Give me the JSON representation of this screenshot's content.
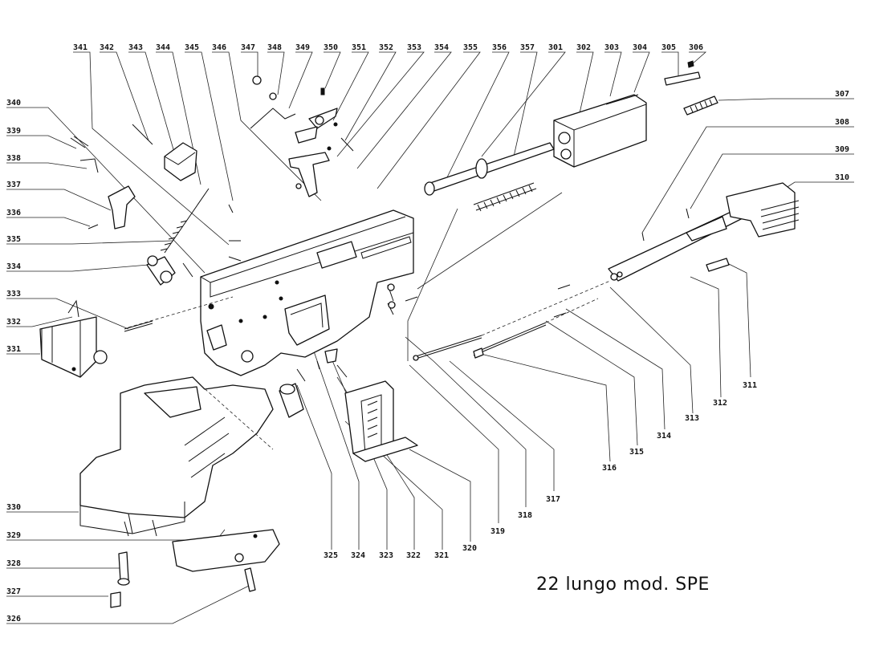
{
  "caption": "22 lungo mod. SPE",
  "labels": {
    "p341": "341",
    "p342": "342",
    "p343": "343",
    "p344": "344",
    "p345": "345",
    "p346": "346",
    "p347": "347",
    "p348": "348",
    "p349": "349",
    "p350": "350",
    "p351": "351",
    "p352": "352",
    "p353": "353",
    "p354": "354",
    "p355": "355",
    "p356": "356",
    "p357": "357",
    "p301": "301",
    "p302": "302",
    "p303": "303",
    "p304": "304",
    "p305": "305",
    "p306": "306",
    "p340": "340",
    "p339": "339",
    "p338": "338",
    "p337": "337",
    "p336": "336",
    "p335": "335",
    "p334": "334",
    "p333": "333",
    "p332": "332",
    "p331": "331",
    "p330": "330",
    "p329": "329",
    "p328": "328",
    "p327": "327",
    "p326": "326",
    "p307": "307",
    "p308": "308",
    "p309": "309",
    "p310": "310",
    "p311": "311",
    "p312": "312",
    "p313": "313",
    "p314": "314",
    "p315": "315",
    "p316": "316",
    "p317": "317",
    "p318": "318",
    "p319": "319",
    "p320": "320",
    "p321": "321",
    "p322": "322",
    "p323": "323",
    "p324": "324",
    "p325": "325"
  }
}
